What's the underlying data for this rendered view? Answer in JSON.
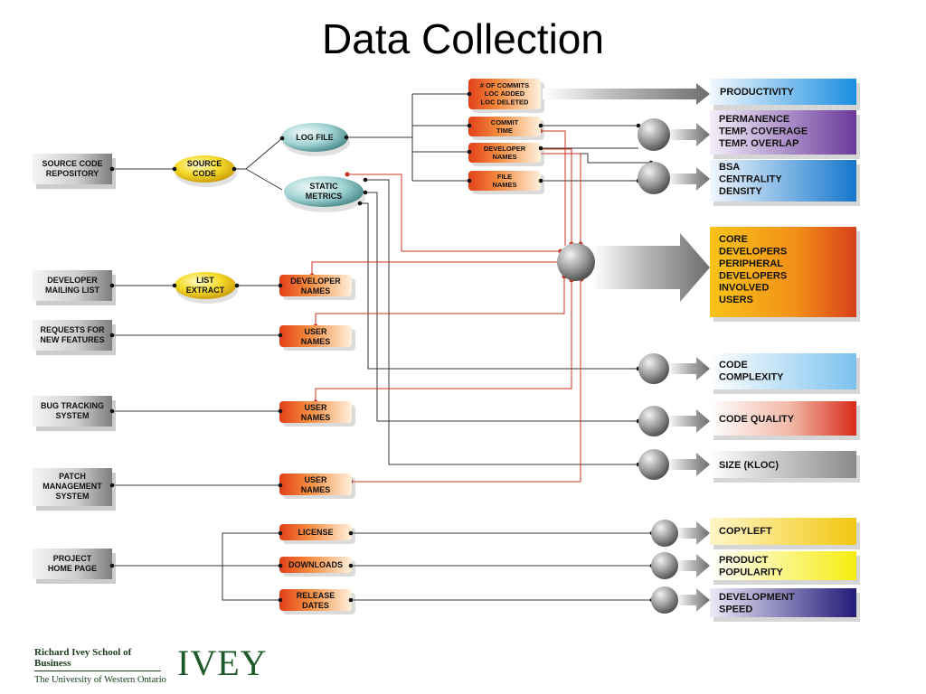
{
  "title": "Data Collection",
  "sources": {
    "repo": "SOURCE CODE\nREPOSITORY",
    "mailing": "DEVELOPER\nMAILING LIST",
    "requests": "REQUESTS FOR\nNEW FEATURES",
    "bugs": "BUG TRACKING\nSYSTEM",
    "patch": "PATCH\nMANAGEMENT\nSYSTEM",
    "home": "PROJECT\nHOME PAGE"
  },
  "extractors": {
    "source_code": "SOURCE\nCODE",
    "list_extract": "LIST\nEXTRACT"
  },
  "artifacts": {
    "log_file": "LOG FILE",
    "static_metrics": "STATIC\nMETRICS"
  },
  "fields": {
    "commits": "# OF COMMITS\nLOC ADDED\nLOC DELETED",
    "commit_time": "COMMIT\nTIME",
    "dev_names_log": "DEVELOPER\nNAMES",
    "file_names": "FILE\nNAMES",
    "dev_names_list": "DEVELOPER\nNAMES",
    "user_names_req": "USER\nNAMES",
    "user_names_bug": "USER\nNAMES",
    "user_names_patch": "USER\nNAMES",
    "license": "LICENSE",
    "downloads": "DOWNLOADS",
    "release_dates": "RELEASE\nDATES"
  },
  "outputs": {
    "productivity": "PRODUCTIVITY",
    "permanence": "PERMANENCE\nTEMP. COVERAGE\nTEMP. OVERLAP",
    "bsa": "BSA\nCENTRALITY\nDENSITY",
    "core": "CORE\nDEVELOPERS\nPERIPHERAL\nDEVELOPERS\nINVOLVED\nUSERS",
    "complexity": "CODE\nCOMPLEXITY",
    "quality": "CODE QUALITY",
    "size": "SIZE (KLOC)",
    "copyleft": "COPYLEFT",
    "popularity": "PRODUCT\nPOPULARITY",
    "dev_speed": "DEVELOPMENT\nSPEED"
  },
  "footer": {
    "school": "Richard Ivey School of Business",
    "university": "The University of Western Ontario",
    "logo": "IVEY"
  },
  "colors": {
    "red_line": "#c8321e",
    "orange": "#f07a2a",
    "yellow": "#f2d21a",
    "teal": "#7cc4c4"
  }
}
